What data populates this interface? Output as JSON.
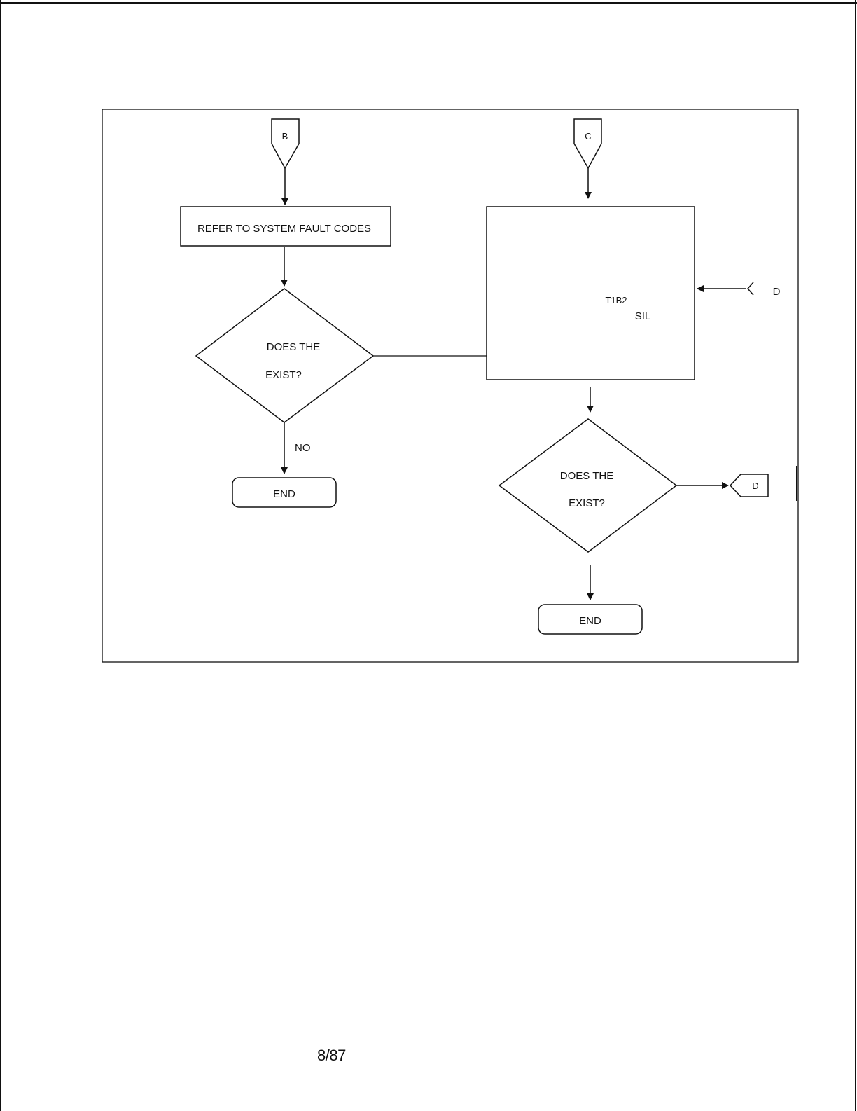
{
  "flowchart": {
    "connectors": {
      "b": "B",
      "c": "C",
      "d_in": "D",
      "d_out": "D"
    },
    "left_branch": {
      "process_box": "REFER TO SYSTEM FAULT CODES",
      "decision_line1": "DOES THE",
      "decision_line2": "EXIST?",
      "no_label": "NO",
      "end_label": "END"
    },
    "right_branch": {
      "process_box_line1": "T1B2",
      "process_box_line2": "SIL",
      "decision_line1": "DOES THE",
      "decision_line2": "EXIST?",
      "end_label": "END"
    }
  },
  "footer": {
    "page_number": "8/87"
  }
}
